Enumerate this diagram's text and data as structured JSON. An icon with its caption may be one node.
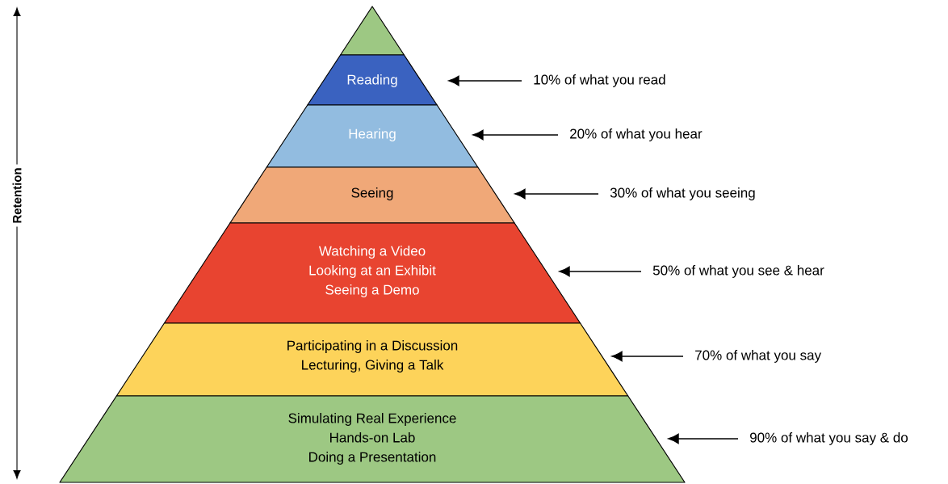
{
  "diagram": {
    "nodes": [
      {
        "text": [],
        "shape": "triangle"
      },
      {
        "text": [
          "Reading"
        ]
      },
      {
        "text": [
          "Hearing"
        ]
      },
      {
        "text": [
          "Seeing"
        ]
      },
      {
        "text": [
          "Watching a Video",
          "Looking at an Exhibit",
          "Seeing a Demo"
        ]
      },
      {
        "text": [
          "Participating in a Discussion",
          "Lecturing, Giving a Talk"
        ]
      },
      {
        "text": [
          "Simulating Real Experience",
          "Hands-on Lab",
          "Doing a Presentation"
        ]
      },
      {
        "text": [
          "10% of what you read"
        ]
      },
      {
        "text": [
          "20% of what you hear"
        ]
      },
      {
        "text": [
          "30% of what you seeing"
        ]
      },
      {
        "text": [
          "50% of what you see & hear"
        ]
      },
      {
        "text": [
          "70% of what you say"
        ]
      },
      {
        "text": [
          "90% of what you say & do"
        ]
      }
    ],
    "edges": [
      {
        "from": 7,
        "to": 1,
        "arrow": "to"
      },
      {
        "from": 8,
        "to": 2,
        "arrow": "to"
      },
      {
        "from": 9,
        "to": 3,
        "arrow": "to"
      },
      {
        "from": 10,
        "to": 4,
        "arrow": "to"
      },
      {
        "from": 11,
        "to": 5,
        "arrow": "to"
      },
      {
        "from": 12,
        "to": 6,
        "arrow": "to"
      }
    ],
    "labels": [
      "Retention"
    ]
  }
}
